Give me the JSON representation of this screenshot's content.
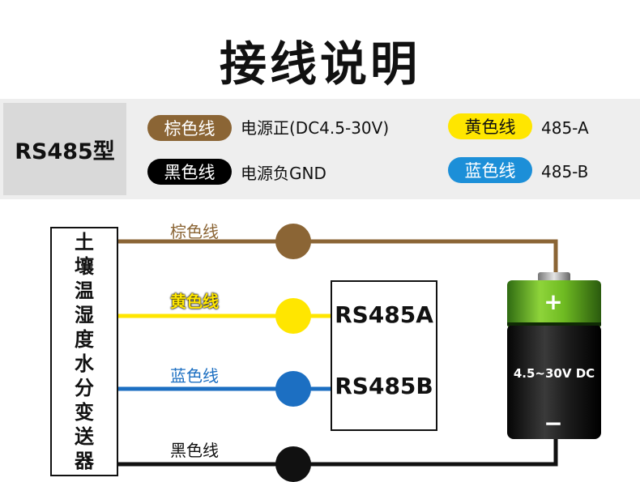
{
  "title": "接线说明",
  "legend": {
    "model": "RS485型",
    "items": [
      {
        "wire": "棕色线",
        "color": "#8b6535",
        "meaning": "电源正(DC4.5-30V)"
      },
      {
        "wire": "黑色线",
        "color": "#000000",
        "meaning": "电源负GND"
      },
      {
        "wire": "黄色线",
        "color": "#ffe600",
        "meaning": "485-A"
      },
      {
        "wire": "蓝色线",
        "color": "#1c8fd8",
        "meaning": "485-B"
      }
    ]
  },
  "sensor": {
    "chars": [
      "土",
      "壤",
      "温",
      "湿",
      "度",
      "水",
      "分",
      "变",
      "送",
      "器"
    ]
  },
  "rs_box": {
    "a": "RS485A",
    "b": "RS485B"
  },
  "wires": {
    "brown": "棕色线",
    "yellow": "黄色线",
    "blue": "蓝色线",
    "black": "黑色线"
  },
  "battery": {
    "label": "4.5~30V DC",
    "plus": "+",
    "minus": "−"
  }
}
